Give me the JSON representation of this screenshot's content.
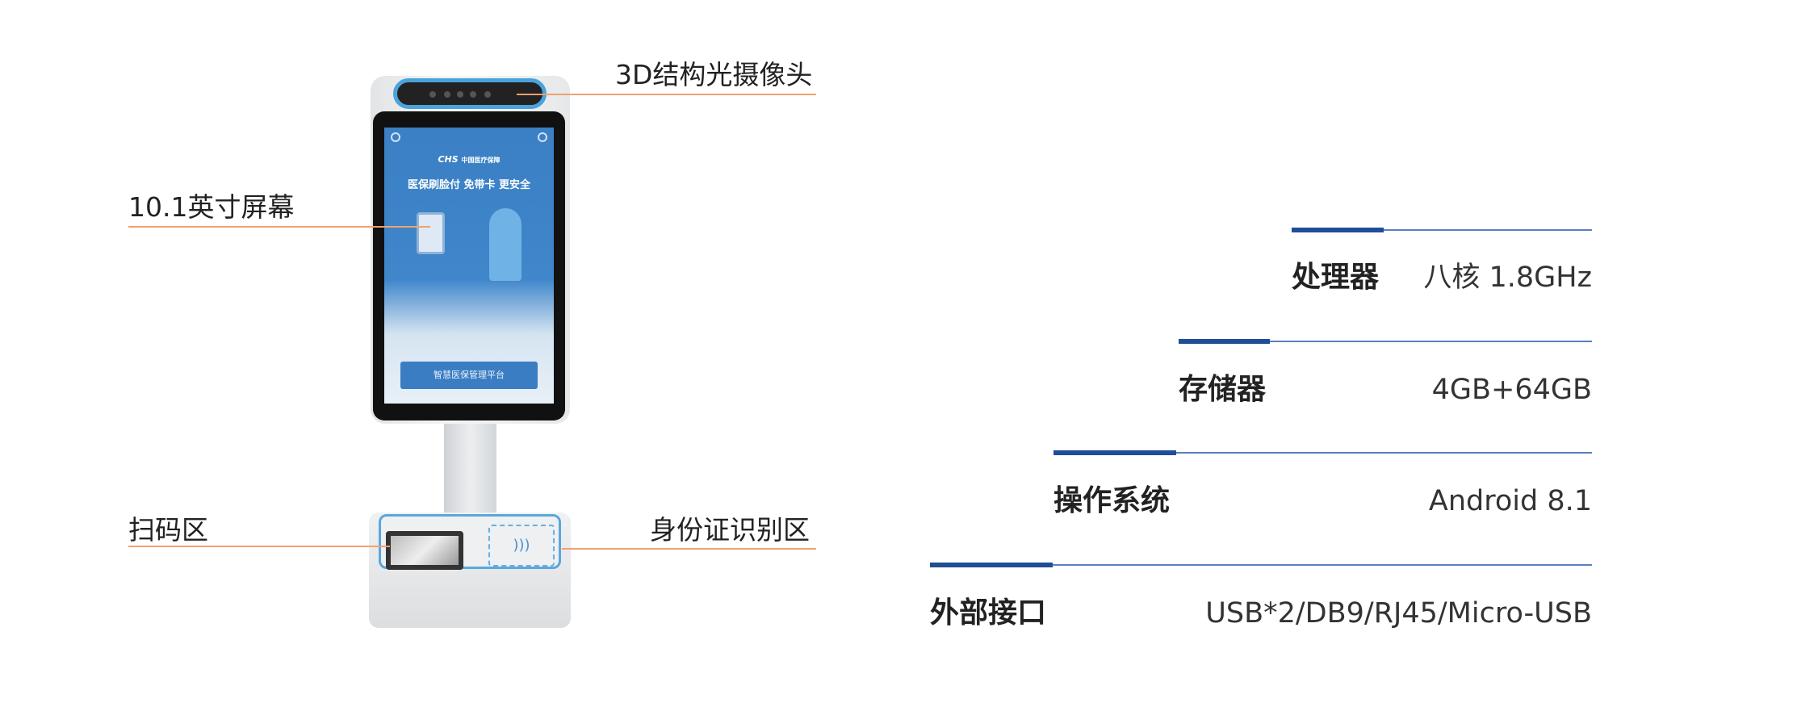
{
  "callouts": {
    "camera": "3D结构光摄像头",
    "screen": "10.1英寸屏幕",
    "scan": "扫码区",
    "id_card": "身份证识别区"
  },
  "device_screen": {
    "logo": "CHS",
    "logo_text": "中国医疗保障",
    "headline": "医保刷脸付 免带卡 更安全",
    "button": "智慧医保管理平台"
  },
  "specs": [
    {
      "label": "处理器",
      "value": "八核 1.8GHz"
    },
    {
      "label": "存储器",
      "value": "4GB+64GB"
    },
    {
      "label": "操作系统",
      "value": "Android 8.1"
    },
    {
      "label": "外部接口",
      "value": "USB*2/DB9/RJ45/Micro-USB"
    }
  ],
  "colors": {
    "accent": "#1f4e96",
    "callout_line": "#f2a16f",
    "trim": "#4ba3dd"
  }
}
